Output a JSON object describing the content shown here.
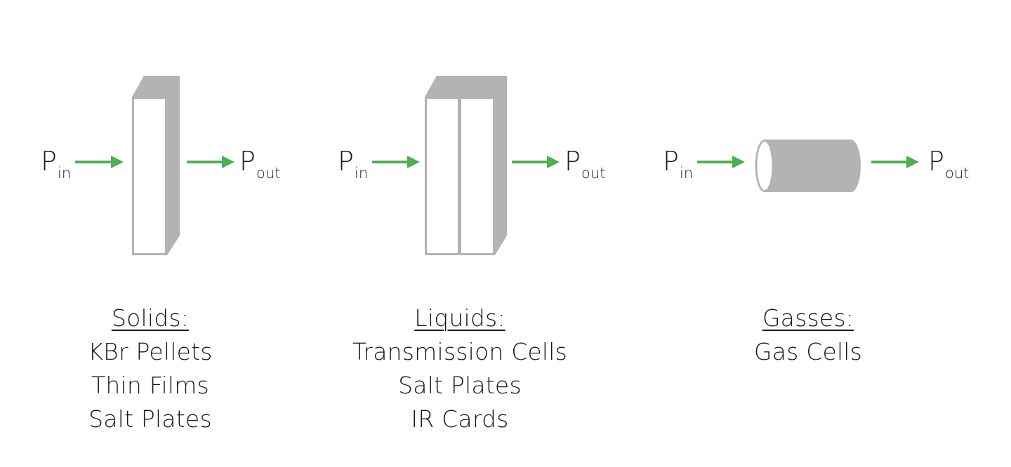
{
  "colors": {
    "arrow": "#4caf50",
    "container_gray": "#b3b3b3",
    "face_fill": "#ffffff",
    "text": "#1a1a1a"
  },
  "panels": [
    {
      "id": "solids",
      "shape": "single-slab",
      "input_label": {
        "main": "P",
        "sub": "in"
      },
      "output_label": {
        "main": "P",
        "sub": "out"
      },
      "heading": "Solids:",
      "items": [
        "KBr Pellets",
        "Thin Films",
        "Salt Plates"
      ]
    },
    {
      "id": "liquids",
      "shape": "double-slab",
      "input_label": {
        "main": "P",
        "sub": "in"
      },
      "output_label": {
        "main": "P",
        "sub": "out"
      },
      "heading": "Liquids:",
      "items": [
        "Transmission Cells",
        "Salt Plates",
        "IR Cards"
      ]
    },
    {
      "id": "gasses",
      "shape": "cylinder",
      "input_label": {
        "main": "P",
        "sub": "in"
      },
      "output_label": {
        "main": "P",
        "sub": "out"
      },
      "heading": "Gasses:",
      "items": [
        "Gas Cells"
      ]
    }
  ]
}
